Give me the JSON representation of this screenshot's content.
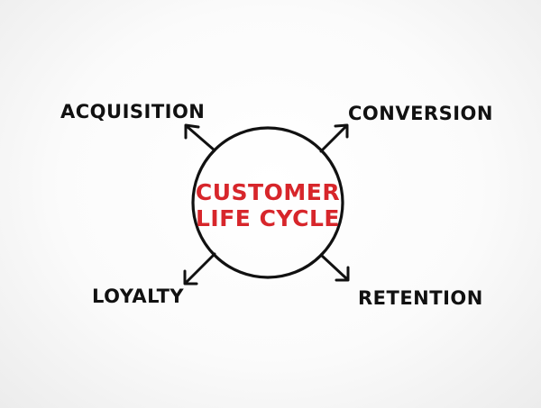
{
  "center": {
    "line1": "CUSTOMER",
    "line2": "LIFE CYCLE",
    "color": "#d7262b"
  },
  "stages": {
    "acquisition": "ACQUISITION",
    "conversion": "CONVERSION",
    "loyalty": "LOYALTY",
    "retention": "RETENTION"
  },
  "ink_color": "#111111"
}
